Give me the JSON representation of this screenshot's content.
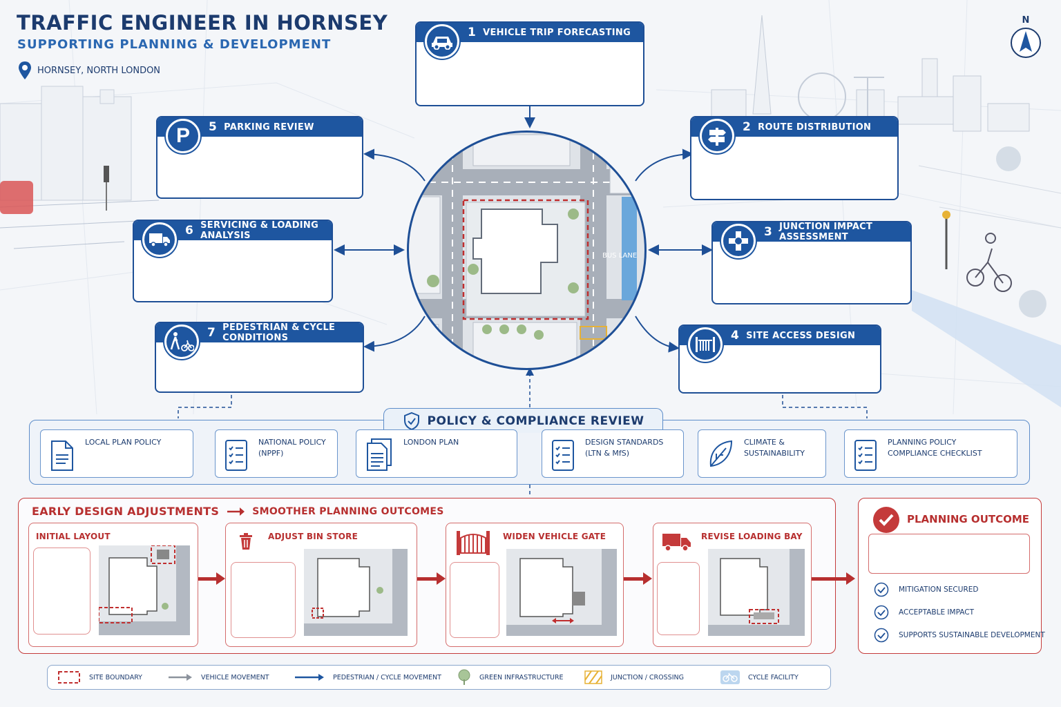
{
  "header": {
    "title": "TRAFFIC ENGINEER IN HORNSEY",
    "subtitle": "SUPPORTING PLANNING & DEVELOPMENT",
    "location": "HORNSEY, NORTH LONDON",
    "north_label": "N"
  },
  "steps": [
    {
      "num": "1",
      "label": "VEHICLE TRIP FORECASTING",
      "icon": "car-icon"
    },
    {
      "num": "2",
      "label": "ROUTE DISTRIBUTION",
      "icon": "signpost-icon"
    },
    {
      "num": "3",
      "label": "JUNCTION IMPACT ASSESSMENT",
      "icon": "junction-icon"
    },
    {
      "num": "4",
      "label": "SITE ACCESS DESIGN",
      "icon": "gate-icon"
    },
    {
      "num": "5",
      "label": "PARKING REVIEW",
      "icon": "parking-icon"
    },
    {
      "num": "6",
      "label": "SERVICING & LOADING ANALYSIS",
      "icon": "truck-icon"
    },
    {
      "num": "7",
      "label": "PEDESTRIAN & CYCLE CONDITIONS",
      "icon": "pedestrian-cycle-icon"
    }
  ],
  "site_map": {
    "road_marking": "BUS LANE",
    "parking_letter": "P"
  },
  "policy": {
    "title": "POLICY & COMPLIANCE REVIEW",
    "items": [
      {
        "line1": "LOCAL PLAN POLICY",
        "line2": "",
        "icon": "document-icon"
      },
      {
        "line1": "NATIONAL POLICY",
        "line2": "(NPPF)",
        "icon": "checklist-icon"
      },
      {
        "line1": "LONDON PLAN",
        "line2": "",
        "icon": "document-stack-icon"
      },
      {
        "line1": "DESIGN STANDARDS",
        "line2": "(LTN & MfS)",
        "icon": "checklist-icon"
      },
      {
        "line1": "CLIMATE &",
        "line2": "SUSTAINABILITY",
        "icon": "leaf-icon"
      },
      {
        "line1": "PLANNING POLICY",
        "line2": "COMPLIANCE CHECKLIST",
        "icon": "checklist-icon"
      }
    ]
  },
  "early_design": {
    "title_left": "EARLY DESIGN ADJUSTMENTS",
    "title_right": "SMOOTHER PLANNING OUTCOMES",
    "stages": [
      {
        "label": "INITIAL LAYOUT",
        "icon": ""
      },
      {
        "label": "ADJUST BIN STORE",
        "icon": "bin-icon"
      },
      {
        "label": "WIDEN VEHICLE GATE",
        "icon": "gate-icon"
      },
      {
        "label": "REVISE LOADING BAY",
        "icon": "truck-icon"
      }
    ]
  },
  "outcome": {
    "title": "PLANNING OUTCOME",
    "items": [
      "MITIGATION SECURED",
      "ACCEPTABLE IMPACT",
      "SUPPORTS SUSTAINABLE DEVELOPMENT"
    ]
  },
  "legend": [
    {
      "label": "SITE BOUNDARY",
      "icon": "dashed-red-box"
    },
    {
      "label": "VEHICLE MOVEMENT",
      "icon": "grey-arrow"
    },
    {
      "label": "PEDESTRIAN / CYCLE MOVEMENT",
      "icon": "blue-arrow"
    },
    {
      "label": "GREEN INFRASTRUCTURE",
      "icon": "tree-icon"
    },
    {
      "label": "JUNCTION / CROSSING",
      "icon": "hatched-box"
    },
    {
      "label": "CYCLE FACILITY",
      "icon": "bicycle-icon"
    }
  ],
  "colors": {
    "primary_blue": "#1e56a0",
    "accent_red": "#b72f2f",
    "background": "#f4f6f9"
  }
}
